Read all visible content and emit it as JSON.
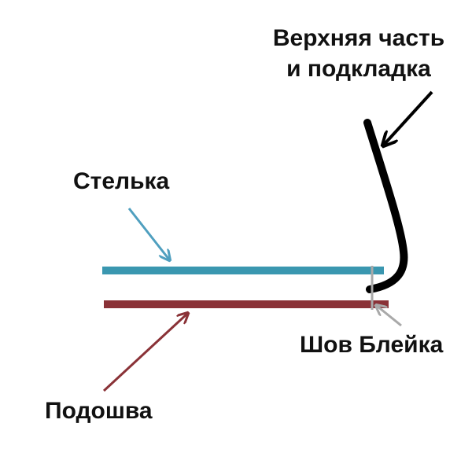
{
  "labels": {
    "upper_line1": "Верхняя часть",
    "upper_line2": "и подкладка",
    "insole": "Стелька",
    "blake_stitch": "Шов Блейка",
    "sole": "Подошва"
  },
  "colors": {
    "background": "#ffffff",
    "text": "#111111",
    "upper": "#000000",
    "insole": "#3a97b0",
    "sole": "#8a3237",
    "stitch": "#a9a9a9",
    "upper_arrow": "#000000",
    "insole_arrow": "#4f9fbf",
    "sole_arrow": "#8a3237",
    "stitch_arrow": "#a9a9a9"
  }
}
